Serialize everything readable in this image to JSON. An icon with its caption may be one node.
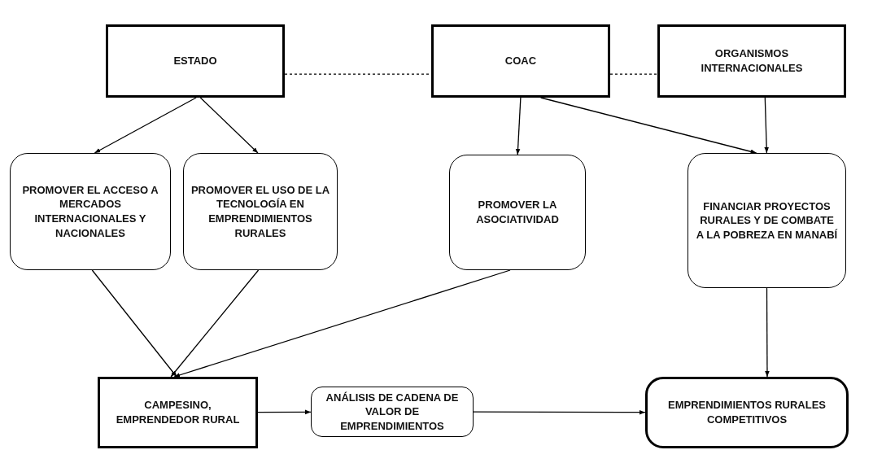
{
  "diagram": {
    "nodes": [
      {
        "text": [
          "ESTADO"
        ]
      },
      {
        "text": [
          "COAC"
        ]
      },
      {
        "text": [
          "ORGANISMOS INTERNACIONALES"
        ]
      },
      {
        "text": [
          "PROMOVER EL ACCESO A MERCADOS INTERNACIONALES Y NACIONALES"
        ]
      },
      {
        "text": [
          "PROMOVER EL USO DE LA TECNOLOGÍA EN EMPRENDIMIENTOS RURALES"
        ]
      },
      {
        "text": [
          "PROMOVER LA ASOCIATIVIDAD"
        ]
      },
      {
        "text": [
          "FINANCIAR PROYECTOS RURALES Y DE COMBATE A LA POBREZA EN MANABÍ"
        ]
      },
      {
        "text": [
          "CAMPESINO, EMPRENDEDOR RURAL"
        ]
      },
      {
        "text": [
          "ANÁLISIS DE CADENA DE VALOR DE EMPRENDIMIENTOS"
        ]
      },
      {
        "text": [
          "EMPRENDIMIENTOS RURALES COMPETITIVOS"
        ]
      }
    ],
    "edges": [
      {
        "from": 0,
        "to": 1,
        "arrow": "none",
        "style": "dashed"
      },
      {
        "from": 1,
        "to": 2,
        "arrow": "none",
        "style": "dashed"
      },
      {
        "from": 0,
        "to": 3,
        "arrow": "to"
      },
      {
        "from": 0,
        "to": 4,
        "arrow": "to"
      },
      {
        "from": 1,
        "to": 5,
        "arrow": "to"
      },
      {
        "from": 1,
        "to": 6,
        "arrow": "to"
      },
      {
        "from": 2,
        "to": 6,
        "arrow": "to"
      },
      {
        "from": 3,
        "to": 7,
        "arrow": "to"
      },
      {
        "from": 4,
        "to": 7,
        "arrow": "to"
      },
      {
        "from": 5,
        "to": 7,
        "arrow": "to"
      },
      {
        "from": 7,
        "to": 8,
        "arrow": "to"
      },
      {
        "from": 8,
        "to": 9,
        "arrow": "to"
      },
      {
        "from": 6,
        "to": 9,
        "arrow": "to"
      }
    ]
  }
}
